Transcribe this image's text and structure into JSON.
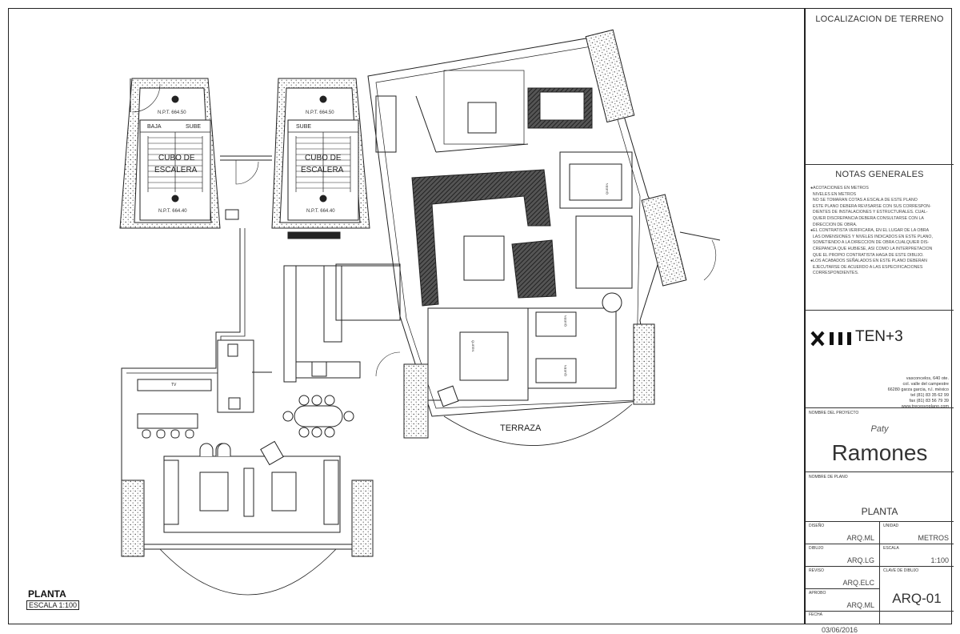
{
  "plan": {
    "title": "PLANTA",
    "scale": "ESCALA  1:100",
    "labels": {
      "stair_left": [
        "CUBO DE",
        "ESCALERA"
      ],
      "stair_right": [
        "CUBO DE",
        "ESCALERA"
      ],
      "baja": "BAJA",
      "sube_left": "SUBE",
      "sube_right": "SUBE",
      "npt_top_left": "N.P.T. 664.50",
      "npt_top_right": "N.P.T. 664.50",
      "npt_bottom_left": "N.P.T. 664.40",
      "npt_bottom_right": "N.P.T. 664.40",
      "terraza": "TERRAZA",
      "tv": "TV",
      "queen1": "QUEEN",
      "queen2": "QUEEN",
      "queen3": "QUEEN",
      "queen4": "QUEEN"
    }
  },
  "title_block": {
    "location_title": "LOCALIZACION DE TERRENO",
    "notes_title": "NOTAS GENERALES",
    "notes": [
      "ACOTACIONES EN METROS",
      "NIVELES EN METROS",
      "NO SE TOMARAN COTAS A ESCALA DE ESTE PLANO",
      "ESTE PLANO DEBERA REVISARSE CON SUS CORRESPON-",
      "DIENTES DE INSTALACIONES Y ESTRUCTURALES. CUAL-",
      "QUIER DISCREPANCIA DEBERA CONSULTARSE CON LA",
      "DIRECCION DE OBRA.",
      "EL CONTRATISTA VERIFICARA, EN EL LUGAR DE LA OBRA",
      "LAS DIMENSIONES Y NIVELES INDICADOS EN ESTE PLANO,",
      "SOMETIENDO A LA DIRECCION DE OBRA CUALQUIER DIS-",
      "CREPANCIA QUE HUBIESE, ASI COMO LA INTERPRETACION",
      "QUE EL PROPIO CONTRATISTA HAGA DE ESTE DIBUJO.",
      "LOS ACABADOS SEÑALADOS EN ESTE PLANO DEBERAN",
      "EJECUTARSE DE ACUERDO A LAS ESPECIFICACIONES",
      "CORRESPONDIENTES."
    ],
    "logo_text": "TEN+3",
    "address": [
      "vasconcelos, 640 ote.",
      "col. valle del campestre",
      "66280 garza garcia, n.l. méxico",
      "tel (81) 83 35 62 99",
      "fax (81) 83 56 79 39",
      "www.trecesvoplano.com"
    ],
    "project_label": "NOMBRE DEL PROYECTO",
    "project_sub": "Paty",
    "project_name": "Ramones",
    "plan_name_label": "NOMBRE DE PLANO",
    "plan_name": "PLANTA",
    "diseno_label": "DISEÑO",
    "diseno": "ARQ.ML",
    "unidad_label": "UNIDAD",
    "unidad": "METROS",
    "dibujo_label": "DIBUJO",
    "dibujo": "ARQ.LG",
    "escala_label": "ESCALA",
    "escala": "1:100",
    "reviso_label": "REVISO",
    "reviso": "ARQ.ELC",
    "clave_label": "CLAVE DE DIBUJO",
    "clave": "ARQ-01",
    "aprobo_label": "APROBO",
    "aprobo": "ARQ.ML",
    "fecha_label": "FECHA",
    "fecha": "03/06/2016"
  },
  "colors": {
    "ink": "#222222",
    "hatch": "#555555",
    "background": "#ffffff"
  }
}
